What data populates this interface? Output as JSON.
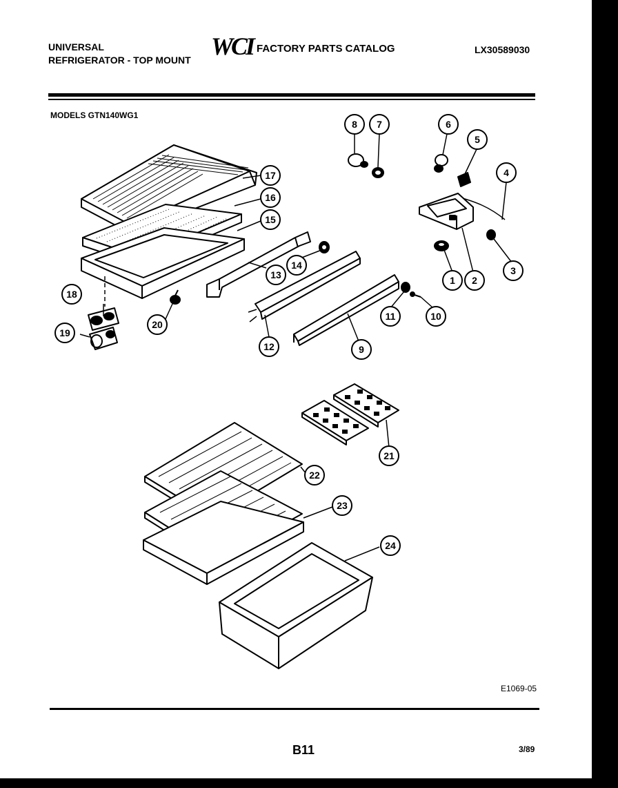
{
  "header": {
    "brand_line1": "UNIVERSAL",
    "brand_line2": "REFRIGERATOR - TOP MOUNT",
    "logo": "WCI",
    "catalog_title": "FACTORY PARTS CATALOG",
    "catalog_number": "LX30589030",
    "models": "MODELS GTN140WG1"
  },
  "callouts": [
    "1",
    "2",
    "3",
    "4",
    "5",
    "6",
    "7",
    "8",
    "9",
    "10",
    "11",
    "12",
    "13",
    "14",
    "15",
    "16",
    "17",
    "18",
    "19",
    "20",
    "21",
    "22",
    "23",
    "24"
  ],
  "footer": {
    "figure_code": "E1069-05",
    "page_number": "B11",
    "date": "3/89"
  },
  "colors": {
    "ink": "#000000",
    "paper": "#ffffff",
    "border": "#000000"
  }
}
